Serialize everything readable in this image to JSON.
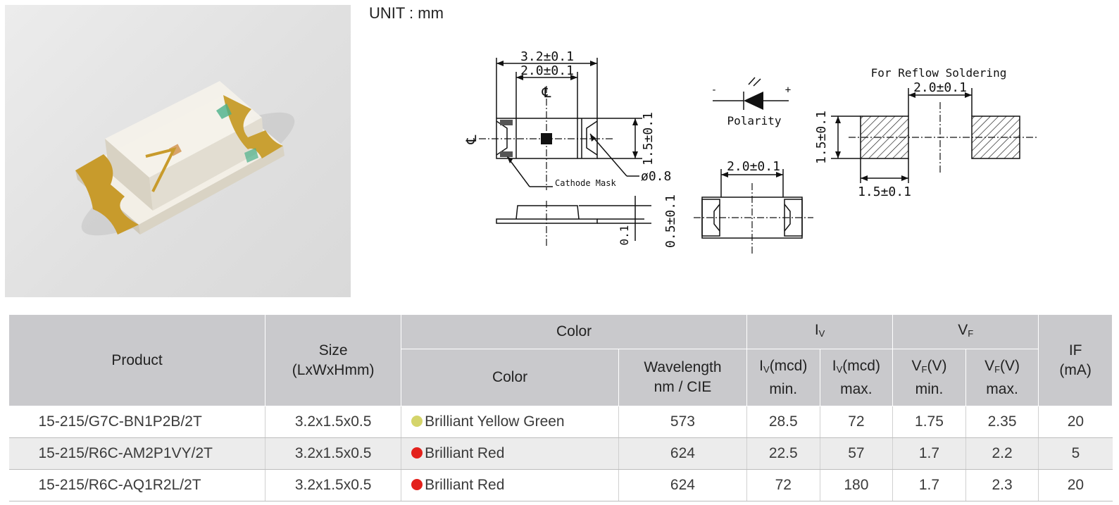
{
  "unit_label": "UNIT : mm",
  "drawing": {
    "dim_length": "3.2±0.1",
    "dim_body_width": "2.0±0.1",
    "centerline_mark": "℄",
    "dim_height": "1.5±0.1",
    "cathode_mask": "Cathode Mask",
    "dim_diameter": "ø0.8",
    "dim_side_height": "0.5±0.1",
    "dim_side_base": "0.1",
    "polarity_label": "Polarity",
    "polarity_minus": "-",
    "polarity_plus": "+",
    "dim_bottom_width": "2.0±0.1",
    "reflow_title": "For Reflow Soldering",
    "dim_pad_gap": "2.0±0.1",
    "dim_pad_height": "1.5±0.1",
    "dim_pad_width": "1.5±0.1"
  },
  "table": {
    "headers": {
      "product": "Product",
      "size": "Size",
      "size_unit": "(LxWxHmm)",
      "color_group": "Color",
      "iv_group_main": "I",
      "iv_group_sub": "V",
      "vf_group_main": "V",
      "vf_group_sub": "F",
      "if_main": "IF",
      "if_unit": "(mA)",
      "color": "Color",
      "wavelength": "Wavelength",
      "wavelength_unit": "nm / CIE",
      "iv_min_main": "I",
      "iv_min_sub": "V",
      "iv_min_unit": "(mcd)",
      "iv_min_label": "min.",
      "iv_max_main": "I",
      "iv_max_sub": "V",
      "iv_max_unit": "(mcd)",
      "iv_max_label": "max.",
      "vf_min_main": "V",
      "vf_min_sub": "F",
      "vf_min_unit": "(V)",
      "vf_min_label": "min.",
      "vf_max_main": "V",
      "vf_max_sub": "F",
      "vf_max_unit": "(V)",
      "vf_max_label": "max."
    },
    "rows": [
      {
        "product": "15-215/G7C-BN1P2B/2T",
        "size": "3.2x1.5x0.5",
        "dot_color": "#d4d46a",
        "color": "Brilliant Yellow Green",
        "wavelength": "573",
        "iv_min": "28.5",
        "iv_max": "72",
        "vf_min": "1.75",
        "vf_max": "2.35",
        "if": "20"
      },
      {
        "product": "15-215/R6C-AM2P1VY/2T",
        "size": "3.2x1.5x0.5",
        "dot_color": "#e3211c",
        "color": "Brilliant Red",
        "wavelength": "624",
        "iv_min": "22.5",
        "iv_max": "57",
        "vf_min": "1.7",
        "vf_max": "2.2",
        "if": "5"
      },
      {
        "product": "15-215/R6C-AQ1R2L/2T",
        "size": "3.2x1.5x0.5",
        "dot_color": "#e3211c",
        "color": "Brilliant Red",
        "wavelength": "624",
        "iv_min": "72",
        "iv_max": "180",
        "vf_min": "1.7",
        "vf_max": "2.3",
        "if": "20"
      }
    ]
  }
}
